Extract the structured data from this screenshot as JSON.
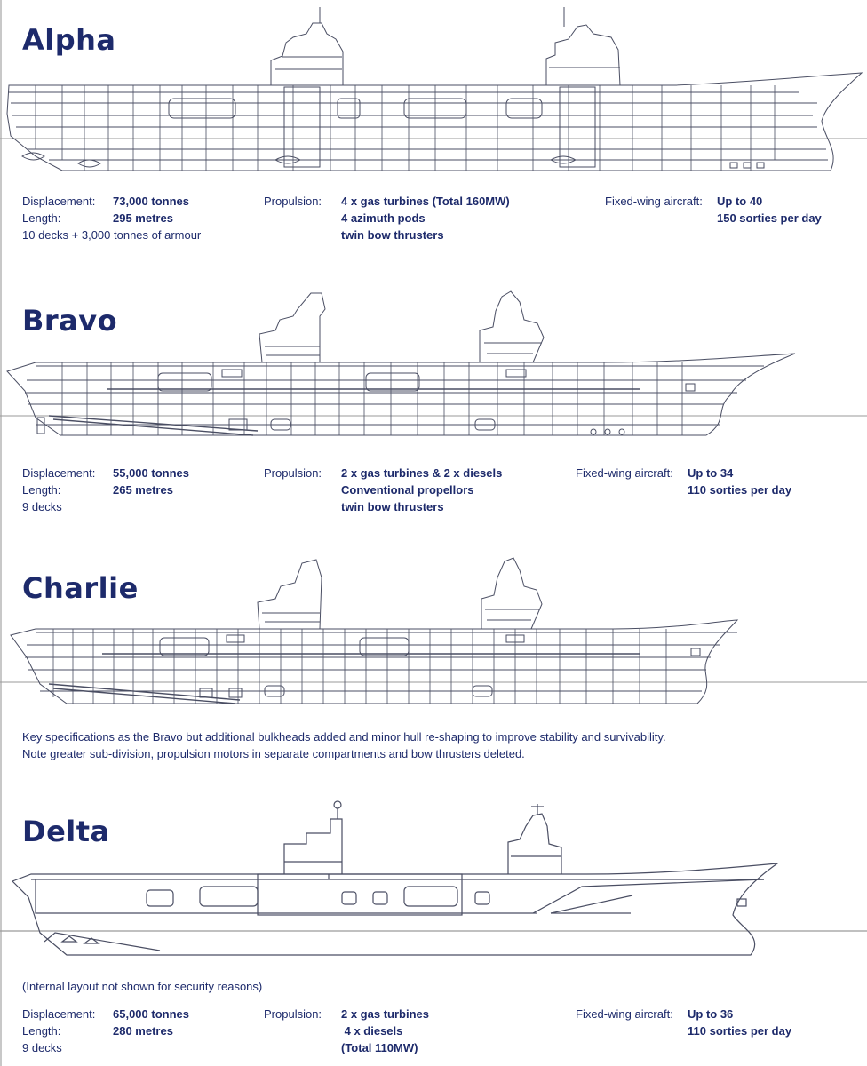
{
  "colors": {
    "text": "#1d2a6b",
    "line": "#4a4e63",
    "waterline": "#9a9a9a"
  },
  "ships": {
    "alpha": {
      "name": "Alpha",
      "displacement_label": "Displacement:",
      "displacement": "73,000 tonnes",
      "length_label": "Length:",
      "length": "295 metres",
      "extra": "10 decks + 3,000 tonnes of armour",
      "propulsion_label": "Propulsion:",
      "propulsion": [
        "4 x gas turbines (Total 160MW)",
        "4 azimuth pods",
        "twin bow thrusters"
      ],
      "aircraft_label": "Fixed-wing aircraft:",
      "aircraft": [
        "Up to 40",
        "150 sorties per day"
      ]
    },
    "bravo": {
      "name": "Bravo",
      "displacement_label": "Displacement:",
      "displacement": "55,000 tonnes",
      "length_label": "Length:",
      "length": "265 metres",
      "extra": "9 decks",
      "propulsion_label": "Propulsion:",
      "propulsion": [
        "2 x gas turbines & 2 x diesels",
        "Conventional propellors",
        "twin bow thrusters"
      ],
      "aircraft_label": "Fixed-wing aircraft:",
      "aircraft": [
        "Up to 34",
        "110 sorties per day"
      ]
    },
    "charlie": {
      "name": "Charlie",
      "notes": [
        "Key specifications as the Bravo but additional bulkheads added and minor hull re-shaping to improve stability and survivability.",
        "Note greater sub-division, propulsion motors in separate compartments and bow thrusters deleted."
      ]
    },
    "delta": {
      "name": "Delta",
      "note": "(Internal layout not shown for security reasons)",
      "displacement_label": "Displacement:",
      "displacement": "65,000 tonnes",
      "length_label": "Length:",
      "length": "280 metres",
      "extra": "9 decks",
      "propulsion_label": "Propulsion:",
      "propulsion": [
        "2 x gas turbines",
        " 4 x diesels",
        "(Total 110MW)"
      ],
      "aircraft_label": "Fixed-wing aircraft:",
      "aircraft": [
        "Up to 36",
        "110 sorties per day"
      ]
    }
  }
}
